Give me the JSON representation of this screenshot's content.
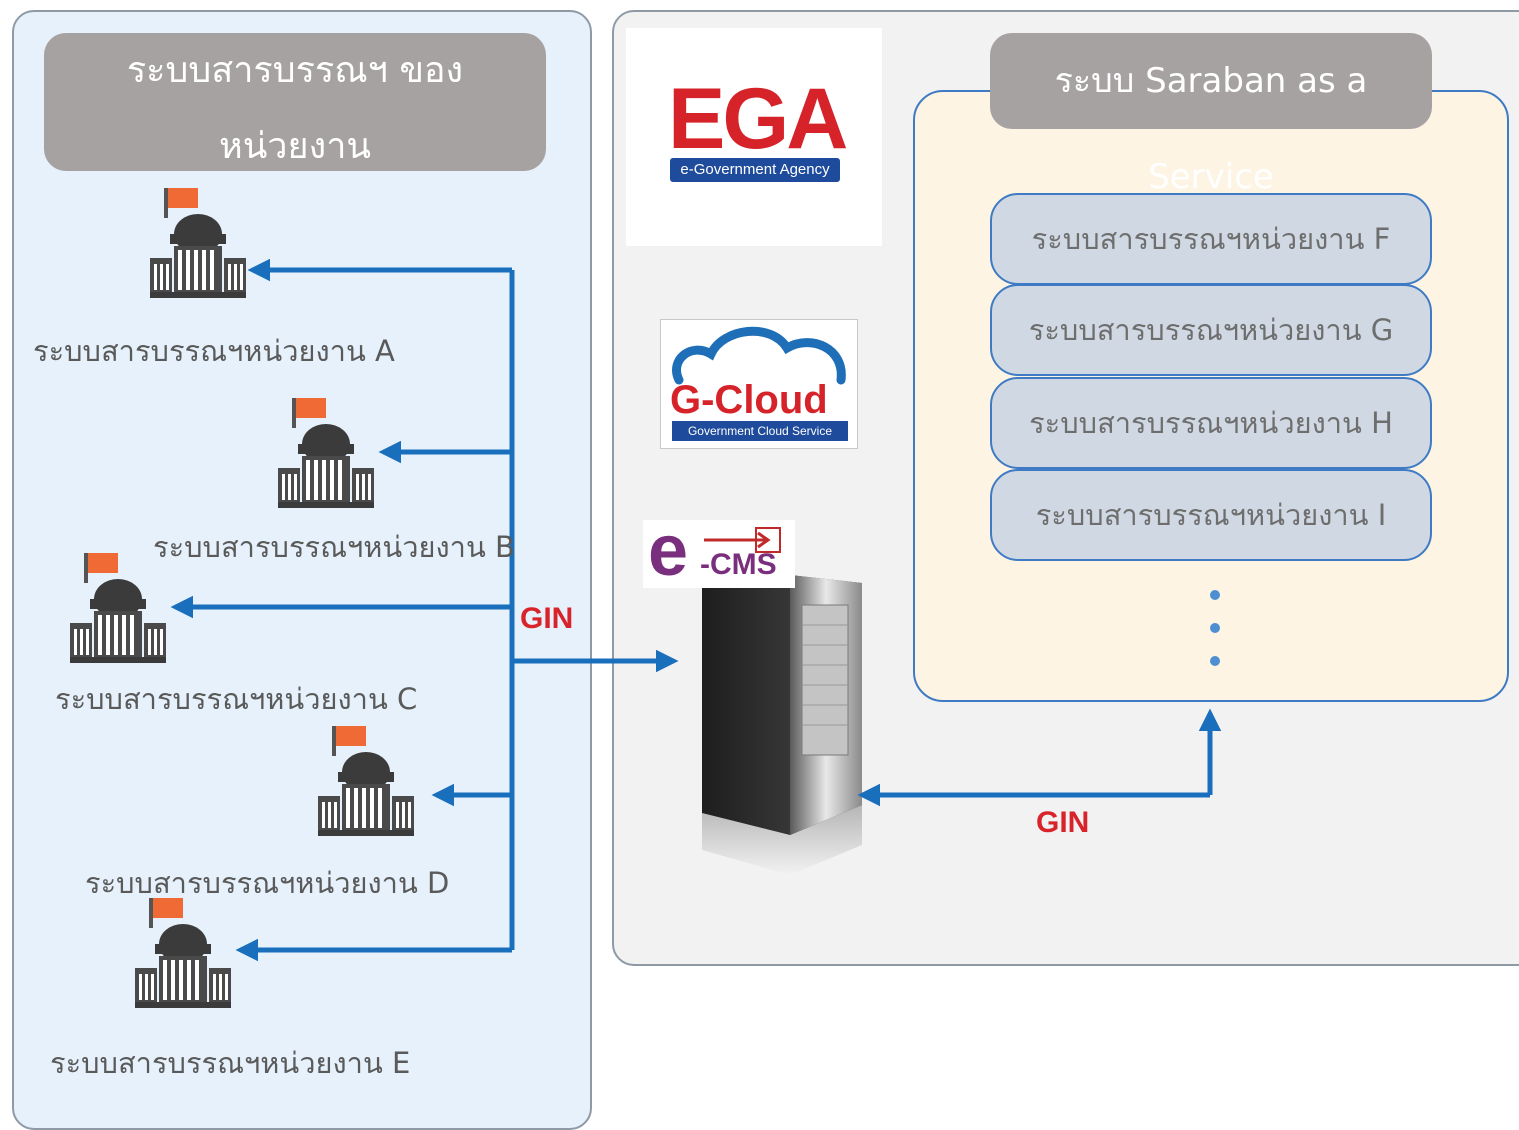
{
  "left_panel": {
    "title_line1": "ระบบสารบรรณฯ ของ",
    "title_line2": "หน่วยงาน",
    "orgs": [
      {
        "label": "ระบบสารบรรณฯหน่วยงาน A"
      },
      {
        "label": "ระบบสารบรรณฯหน่วยงาน B"
      },
      {
        "label": "ระบบสารบรรณฯหน่วยงาน C"
      },
      {
        "label": "ระบบสารบรรณฯหน่วยงาน D"
      },
      {
        "label": "ระบบสารบรรณฯหน่วยงาน E"
      }
    ]
  },
  "network": {
    "left_link_label": "GIN",
    "right_link_label": "GIN"
  },
  "logos": {
    "ega_name": "EGA",
    "ega_subtitle": "e-Government Agency",
    "gcloud_name": "G-Cloud",
    "gcloud_subtitle": "Government Cloud Service",
    "ecms_e": "e",
    "ecms_rest": "-CMS"
  },
  "service": {
    "title": "ระบบ Saraban as a Service",
    "items": [
      {
        "label": "ระบบสารบรรณฯหน่วยงาน F"
      },
      {
        "label": "ระบบสารบรรณฯหน่วยงาน G"
      },
      {
        "label": "ระบบสารบรรณฯหน่วยงาน H"
      },
      {
        "label": "ระบบสารบรรณฯหน่วยงาน I"
      }
    ]
  },
  "colors": {
    "arrow": "#1a6fbd",
    "gin_text": "#d9232a",
    "flag": "#f06a35",
    "building": "#3b3b3b"
  }
}
